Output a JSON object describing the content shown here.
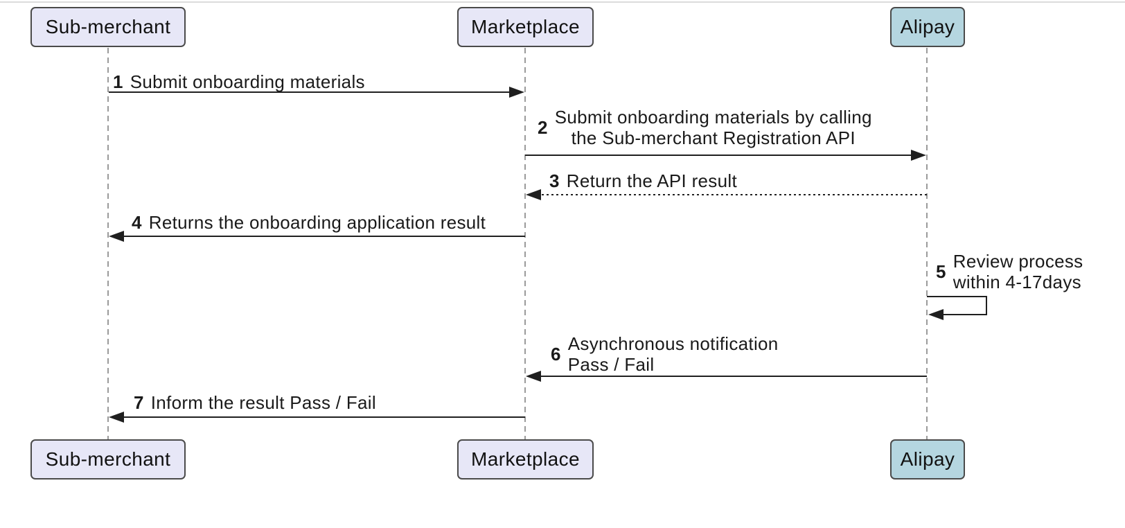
{
  "diagram": {
    "type": "sequence-diagram",
    "actors": [
      {
        "id": "sub-merchant",
        "label": "Sub-merchant",
        "fill": "#e7e7f7"
      },
      {
        "id": "marketplace",
        "label": "Marketplace",
        "fill": "#e7e7f7"
      },
      {
        "id": "alipay",
        "label": "Alipay",
        "fill": "#b5d6e0"
      }
    ],
    "messages": [
      {
        "num": "1",
        "from": "Sub-merchant",
        "to": "Marketplace",
        "line_style": "solid",
        "lines": [
          "Submit onboarding materials"
        ]
      },
      {
        "num": "2",
        "from": "Marketplace",
        "to": "Alipay",
        "line_style": "solid",
        "lines": [
          "Submit onboarding materials by calling",
          "the Sub-merchant Registration API"
        ]
      },
      {
        "num": "3",
        "from": "Alipay",
        "to": "Marketplace",
        "line_style": "dotted",
        "lines": [
          "Return the API result"
        ]
      },
      {
        "num": "4",
        "from": "Marketplace",
        "to": "Sub-merchant",
        "line_style": "solid",
        "lines": [
          "Returns the onboarding application result"
        ]
      },
      {
        "num": "5",
        "from": "Alipay",
        "to": "Alipay",
        "line_style": "self-loop",
        "lines": [
          "Review process",
          "within 4-17days"
        ]
      },
      {
        "num": "6",
        "from": "Alipay",
        "to": "Marketplace",
        "line_style": "solid",
        "lines": [
          "Asynchronous notification",
          "Pass / Fail"
        ]
      },
      {
        "num": "7",
        "from": "Marketplace",
        "to": "Sub-merchant",
        "line_style": "solid",
        "lines": [
          "Inform the result Pass / Fail"
        ]
      }
    ],
    "colors": {
      "actor_lavender_fill": "#e7e7f7",
      "actor_blue_fill": "#b5d6e0",
      "actor_border": "#4a4a4a",
      "lifeline": "#8f8f8f",
      "arrow": "#1f1f1f",
      "top_rule": "#dcdcdc",
      "background": "#ffffff"
    }
  }
}
